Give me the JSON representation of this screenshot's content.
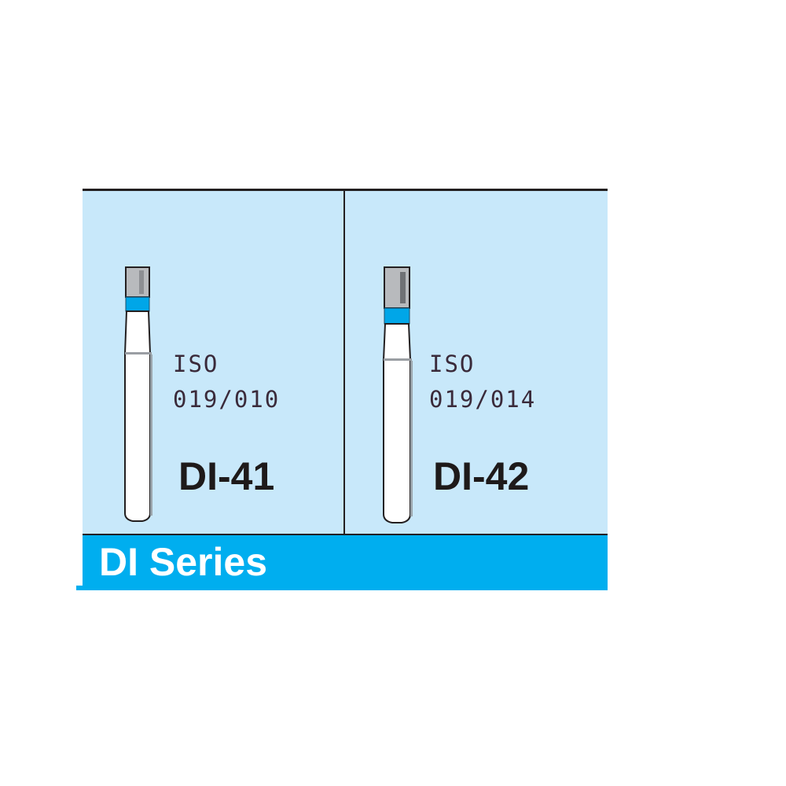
{
  "catalog": {
    "series_title": "DI Series",
    "colors": {
      "panel_background": "#C8E8FA",
      "band_background": "#00AEEF",
      "bur_color_band": "#00A6E8",
      "bur_head": "#B8BABD",
      "border": "#231f20"
    },
    "items": [
      {
        "iso_label": "ISO",
        "iso_code": "019/010",
        "model": "DI-41",
        "icon": "dental-bur-icon"
      },
      {
        "iso_label": "ISO",
        "iso_code": "019/014",
        "model": "DI-42",
        "icon": "dental-bur-icon"
      }
    ]
  }
}
